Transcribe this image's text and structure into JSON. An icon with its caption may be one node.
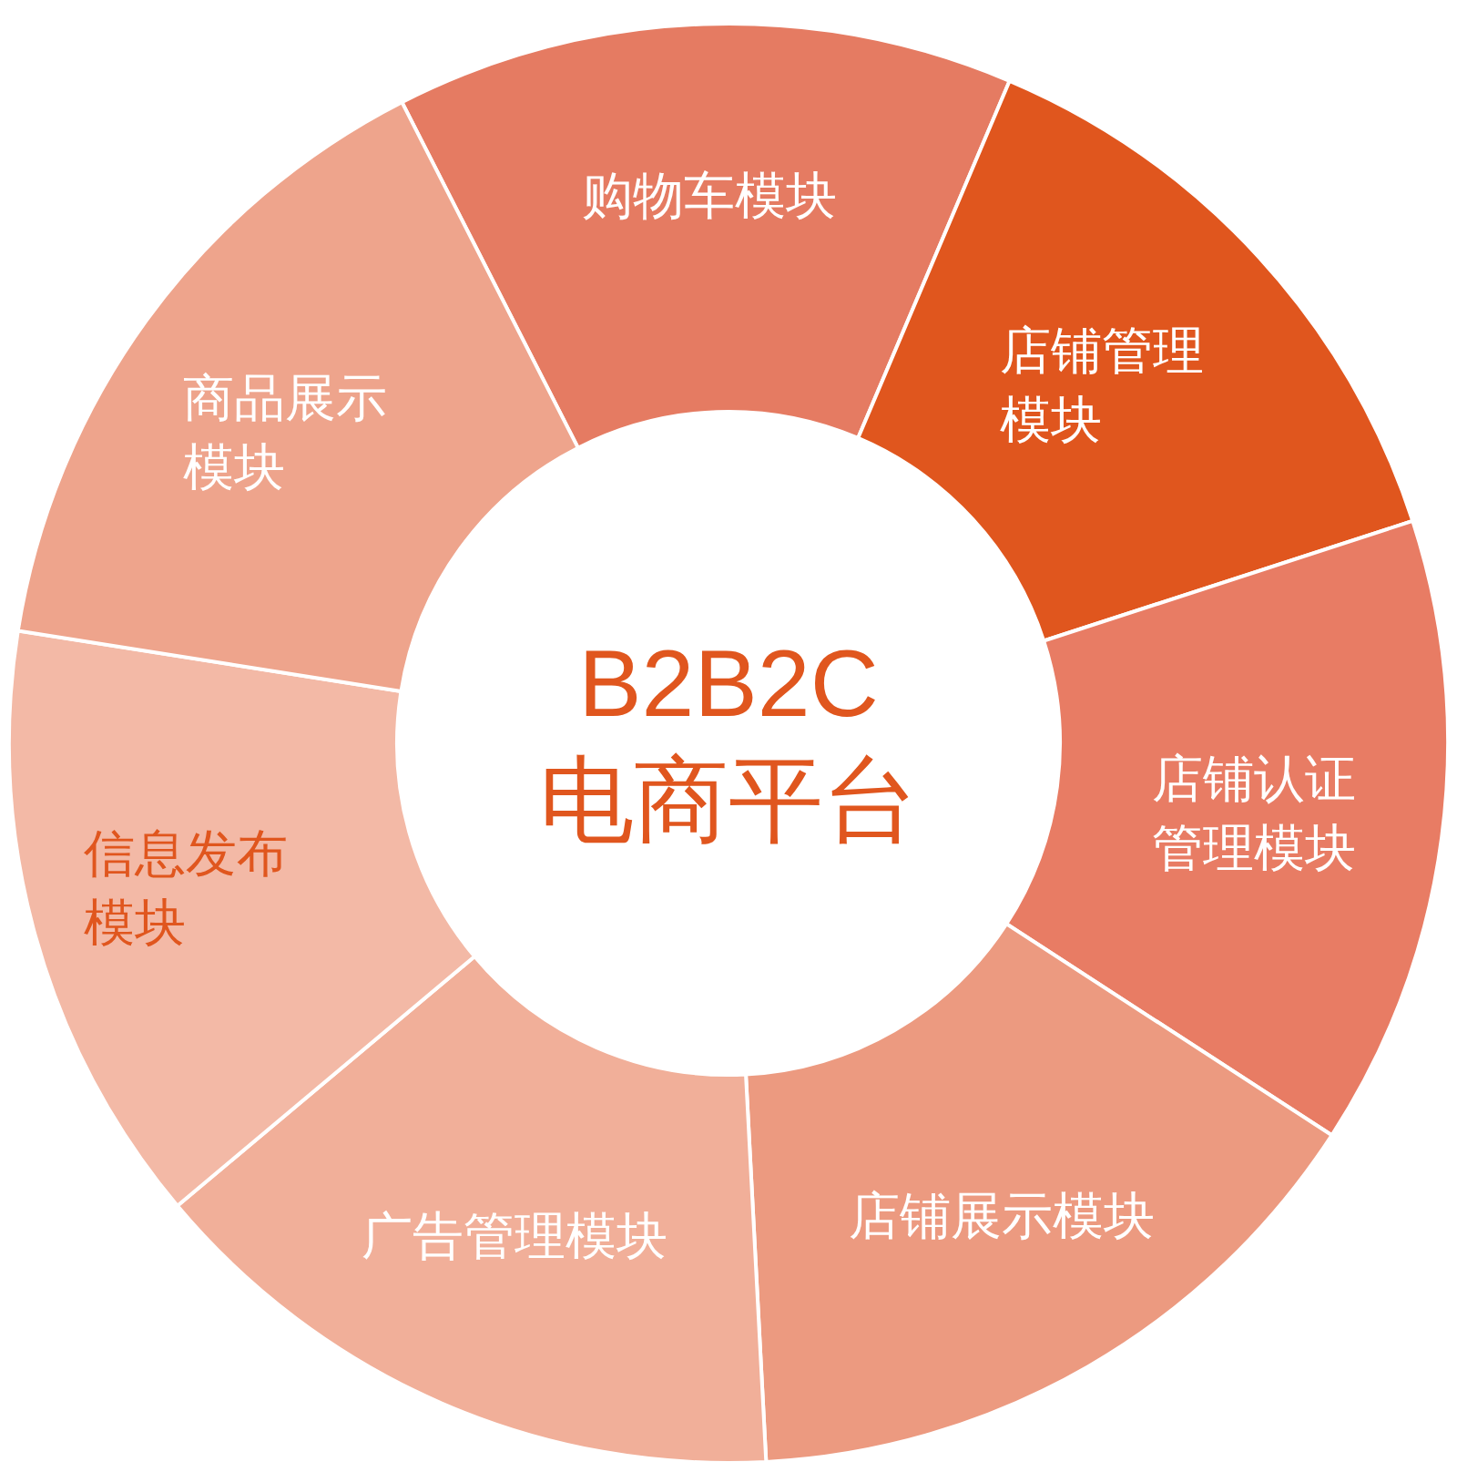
{
  "diagram": {
    "nodes": [
      {
        "text": [
          "购物车模块"
        ]
      },
      {
        "text": [
          "店铺管理模块"
        ]
      },
      {
        "text": [
          "店铺认证管理模块"
        ]
      },
      {
        "text": [
          "店铺展示模块"
        ]
      },
      {
        "text": [
          "广告管理模块"
        ]
      },
      {
        "text": [
          "信息发布模块"
        ]
      },
      {
        "text": [
          "商品展示模块"
        ]
      },
      {
        "text": [
          "B2B2C电商平台"
        ]
      }
    ]
  }
}
